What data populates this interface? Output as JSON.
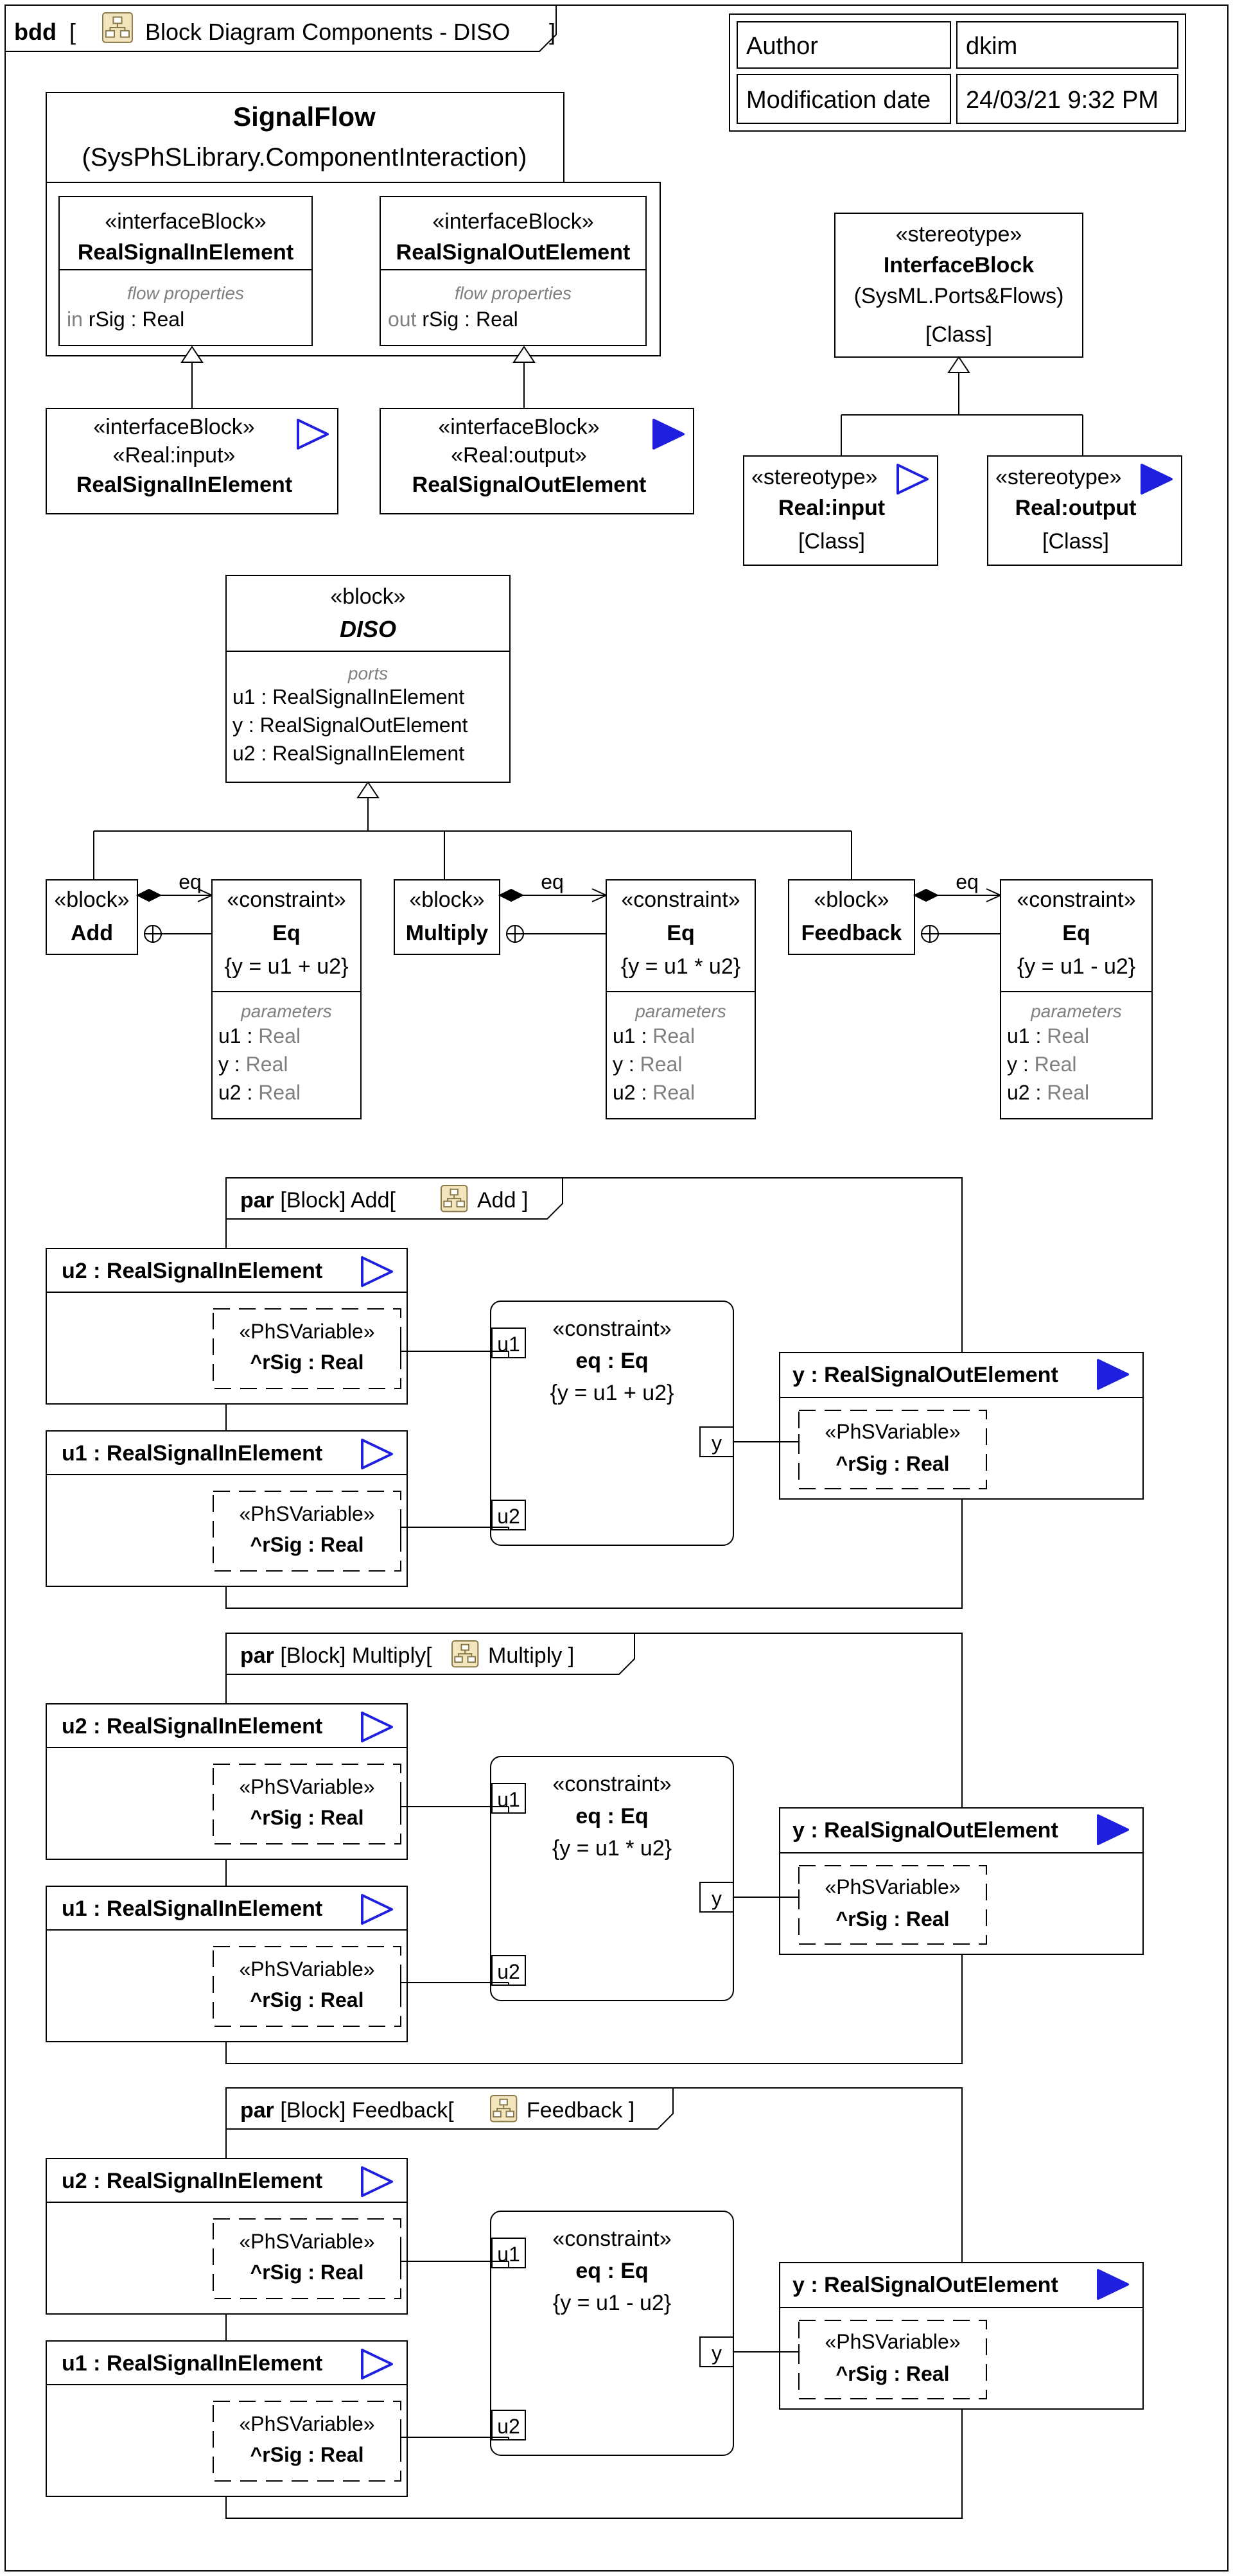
{
  "frame": {
    "kind": "bdd",
    "bracket_open": "[",
    "bracket_close": "]",
    "title": "Block Diagram Components - DISO",
    "icon": "block-diagram-icon"
  },
  "meta_table": {
    "author_label": "Author",
    "author_value": "dkim",
    "date_label": "Modification date",
    "date_value": "24/03/21 9:32 PM"
  },
  "signalflow": {
    "title": "SignalFlow",
    "subtitle": "(SysPhSLibrary.ComponentInteraction)",
    "in_block": {
      "stereotype": "«interfaceBlock»",
      "name": "RealSignalInElement",
      "section": "flow properties",
      "direction": "in",
      "prop": "rSig",
      "sep": " : ",
      "type": "Real"
    },
    "out_block": {
      "stereotype": "«interfaceBlock»",
      "name": "RealSignalOutElement",
      "section": "flow properties",
      "direction": "out",
      "prop": "rSig",
      "sep": " : ",
      "type": "Real"
    }
  },
  "sub_in": {
    "stereotype": "«interfaceBlock»",
    "stereotype2": "«Real:input»",
    "name": "RealSignalInElement",
    "icon": "input-triangle-icon"
  },
  "sub_out": {
    "stereotype": "«interfaceBlock»",
    "stereotype2": "«Real:output»",
    "name": "RealSignalOutElement",
    "icon": "output-triangle-icon"
  },
  "interface_stereo": {
    "stereotype": "«stereotype»",
    "name": "InterfaceBlock",
    "qualifier": "(SysML.Ports&Flows)",
    "metaclass": "[Class]"
  },
  "real_input": {
    "stereotype": "«stereotype»",
    "name": "Real:input",
    "metaclass": "[Class]"
  },
  "real_output": {
    "stereotype": "«stereotype»",
    "name": "Real:output",
    "metaclass": "[Class]"
  },
  "diso": {
    "stereotype": "«block»",
    "name": "DISO",
    "section": "ports",
    "ports": [
      {
        "name": "u1",
        "type": "RealSignalInElement"
      },
      {
        "name": "y",
        "type": "RealSignalOutElement"
      },
      {
        "name": "u2",
        "type": "RealSignalInElement"
      }
    ]
  },
  "operators": [
    {
      "block_stereotype": "«block»",
      "block_name": "Add",
      "assoc_label": "eq",
      "constraint_stereotype": "«constraint»",
      "constraint_name": "Eq",
      "expression": "{y = u1 + u2}",
      "section": "parameters",
      "params": [
        {
          "name": "u1",
          "type": "Real"
        },
        {
          "name": "y",
          "type": "Real"
        },
        {
          "name": "u2",
          "type": "Real"
        }
      ],
      "par_kind": "par",
      "par_meta": "[Block]",
      "par_owner": "Add",
      "par_bracket_open": "[",
      "par_diagram": "Add",
      "par_bracket_close": "]",
      "u2_port": "u2 : RealSignalInElement",
      "u1_port": "u1 : RealSignalInElement",
      "y_port": "y : RealSignalOutElement",
      "phs_stereotype": "«PhSVariable»",
      "phs_name": "^rSig : Real",
      "par_constraint_stereotype": "«constraint»",
      "par_constraint_name": "eq : Eq",
      "par_expression": "{y = u1 + u2}",
      "pin_u1": "u1",
      "pin_u2": "u2",
      "pin_y": "y"
    },
    {
      "block_stereotype": "«block»",
      "block_name": "Multiply",
      "assoc_label": "eq",
      "constraint_stereotype": "«constraint»",
      "constraint_name": "Eq",
      "expression": "{y = u1 * u2}",
      "section": "parameters",
      "params": [
        {
          "name": "u1",
          "type": "Real"
        },
        {
          "name": "y",
          "type": "Real"
        },
        {
          "name": "u2",
          "type": "Real"
        }
      ],
      "par_kind": "par",
      "par_meta": "[Block]",
      "par_owner": "Multiply",
      "par_bracket_open": "[",
      "par_diagram": "Multiply",
      "par_bracket_close": "]",
      "u2_port": "u2 : RealSignalInElement",
      "u1_port": "u1 : RealSignalInElement",
      "y_port": "y : RealSignalOutElement",
      "phs_stereotype": "«PhSVariable»",
      "phs_name": "^rSig : Real",
      "par_constraint_stereotype": "«constraint»",
      "par_constraint_name": "eq : Eq",
      "par_expression": "{y = u1 * u2}",
      "pin_u1": "u1",
      "pin_u2": "u2",
      "pin_y": "y"
    },
    {
      "block_stereotype": "«block»",
      "block_name": "Feedback",
      "assoc_label": "eq",
      "constraint_stereotype": "«constraint»",
      "constraint_name": "Eq",
      "expression": "{y =  u1 - u2}",
      "section": "parameters",
      "params": [
        {
          "name": "u1",
          "type": "Real"
        },
        {
          "name": "y",
          "type": "Real"
        },
        {
          "name": "u2",
          "type": "Real"
        }
      ],
      "par_kind": "par",
      "par_meta": "[Block]",
      "par_owner": "Feedback",
      "par_bracket_open": "[",
      "par_diagram": "Feedback",
      "par_bracket_close": "]",
      "u2_port": "u2 : RealSignalInElement",
      "u1_port": "u1 : RealSignalInElement",
      "y_port": "y : RealSignalOutElement",
      "phs_stereotype": "«PhSVariable»",
      "phs_name": "^rSig : Real",
      "par_constraint_stereotype": "«constraint»",
      "par_constraint_name": "eq : Eq",
      "par_expression": "{y =  u1 - u2}",
      "pin_u1": "u1",
      "pin_u2": "u2",
      "pin_y": "y"
    }
  ],
  "colors": {
    "line": "#000000",
    "accent_blue": "#1f1fe0",
    "muted_text": "#808080",
    "icon_fill": "#f3e6bf",
    "icon_stroke": "#8a7a4a",
    "background": "#ffffff"
  }
}
